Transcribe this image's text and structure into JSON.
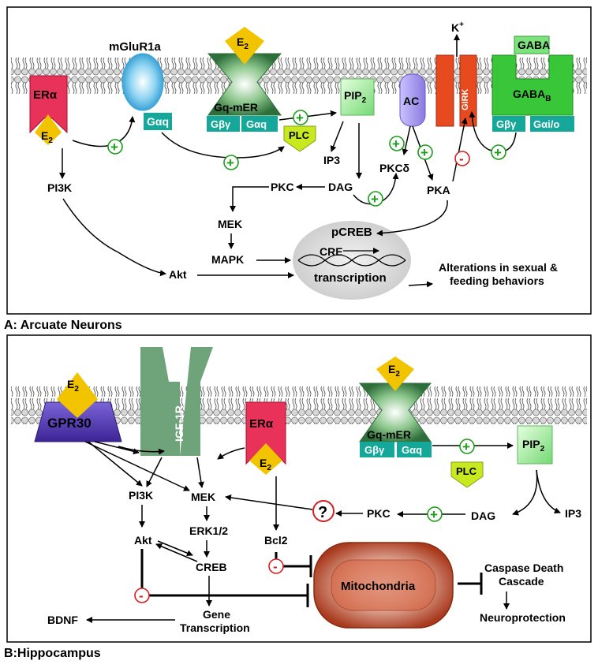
{
  "panelA": {
    "caption": "A: Arcuate Neurons",
    "labels": {
      "mglur": "mGluR1a",
      "era": "ERα",
      "e2": "E",
      "e2_sub": "2",
      "gqmer": "Gq-mER",
      "pip": "PIP",
      "pip_sub": "2",
      "ac": "AC",
      "k": "K",
      "k_sup": "+",
      "girk": "GIRK",
      "gaba": "GABA",
      "gabab": "GABA",
      "gabab_sub": "B",
      "gaq": "Gαq",
      "gby": "Gβγ",
      "gaio": "Gαi/o",
      "plc": "PLC",
      "ip3": "IP3",
      "pkcd": "PKCδ",
      "pi3k": "PI3K",
      "pkc": "PKC",
      "dag": "DAG",
      "pka": "PKA",
      "mek": "MEK",
      "mapk": "MAPK",
      "akt": "Akt",
      "pcreb": "pCREB",
      "cre": "CRE",
      "transcription": "transcription",
      "alter1": "Alterations in sexual &",
      "alter2": "feeding behaviors"
    }
  },
  "panelB": {
    "caption": "B:Hippocampus",
    "labels": {
      "gpr30": "GPR30",
      "igf1r": "IGF-1R",
      "era": "ERα",
      "gqmer": "Gq-mER",
      "gby": "Gβγ",
      "gaq": "Gαq",
      "plc": "PLC",
      "pip": "PIP",
      "pip_sub": "2",
      "pi3k": "PI3K",
      "mek": "MEK",
      "erk": "ERK1/2",
      "akt": "Akt",
      "creb": "CREB",
      "bcl2": "Bcl2",
      "pkc": "PKC",
      "dag": "DAG",
      "ip3": "IP3",
      "question": "?",
      "mito": "Mitochondria",
      "casp1": "Caspase Death",
      "casp2": "Cascade",
      "neuro": "Neuroprotection",
      "bdnf": "BDNF",
      "gene1": "Gene",
      "gene2": "Transcription"
    }
  },
  "symbols": {
    "plus": "+",
    "minus": "-"
  },
  "colors": {
    "receptor_red": "#e8325a",
    "e2_yellow": "#f2c400",
    "teal": "#15a89a",
    "green": "#39c639",
    "lime": "#c8e820",
    "purple": "#5a3aa8",
    "igf_green": "#6fa37a",
    "mito": "#a83a1e"
  }
}
